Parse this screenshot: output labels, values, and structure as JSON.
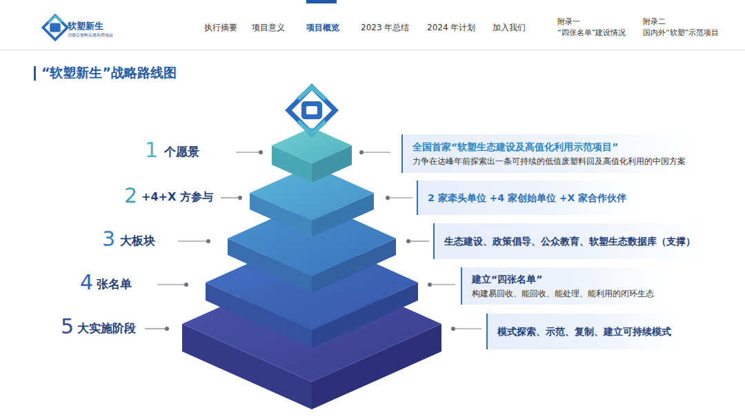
{
  "diagram": {
    "title": "“软塑新生”战略路线图",
    "nodes": [
      {
        "text": [
          "全国首家“软塑生态建设及高值化利用示范项目”",
          "力争在达峰年前探索出一条可持续的低值废塑料回及高值化利用的中国方案"
        ]
      },
      {
        "text": [
          "2 家牵头单位 +4 家创始单位 +X 家合作伙伴"
        ]
      },
      {
        "text": [
          "生态建设、政策倡导、公众教育、软塑生态数据库（支撑）"
        ]
      },
      {
        "text": [
          "建立“四张名单”",
          "构建易回收、能回收、能处理、能利用的闭环生态"
        ]
      },
      {
        "text": [
          "模式探索、示范、复制、建立可持续模式"
        ]
      }
    ],
    "labels": [
      "软塑新生",
      "消费后塑料高值利用项目",
      "执行摘要",
      "项目意义",
      "项目概览",
      "2023 年总结",
      "2024 年计划",
      "加入我们",
      "附录一",
      "“四张名单”建设情况",
      "附录二",
      "国内外“软塑”示范项目",
      "1",
      "个愿景",
      "2",
      "+4+X 方参与",
      "3",
      "大板块",
      "4",
      "张名单",
      "5",
      "大实施阶段"
    ]
  }
}
